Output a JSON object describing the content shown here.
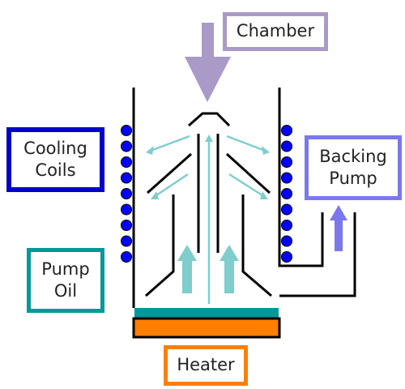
{
  "labels": {
    "chamber": "Chamber",
    "cooling_coils": "Cooling\nCoils",
    "backing_pump": "Backing\nPump",
    "pump_oil": "Pump\nOil",
    "heater": "Heater"
  },
  "colors": {
    "chamber": "#aa9ac8",
    "cooling_coils": "#0000cc",
    "coil_fill": "#0000ff",
    "backing_pump": "#7b78ee",
    "pump_oil": "#009999",
    "heater": "#ff7f00",
    "vapor": "#7fcdcd",
    "outline": "#000000"
  }
}
